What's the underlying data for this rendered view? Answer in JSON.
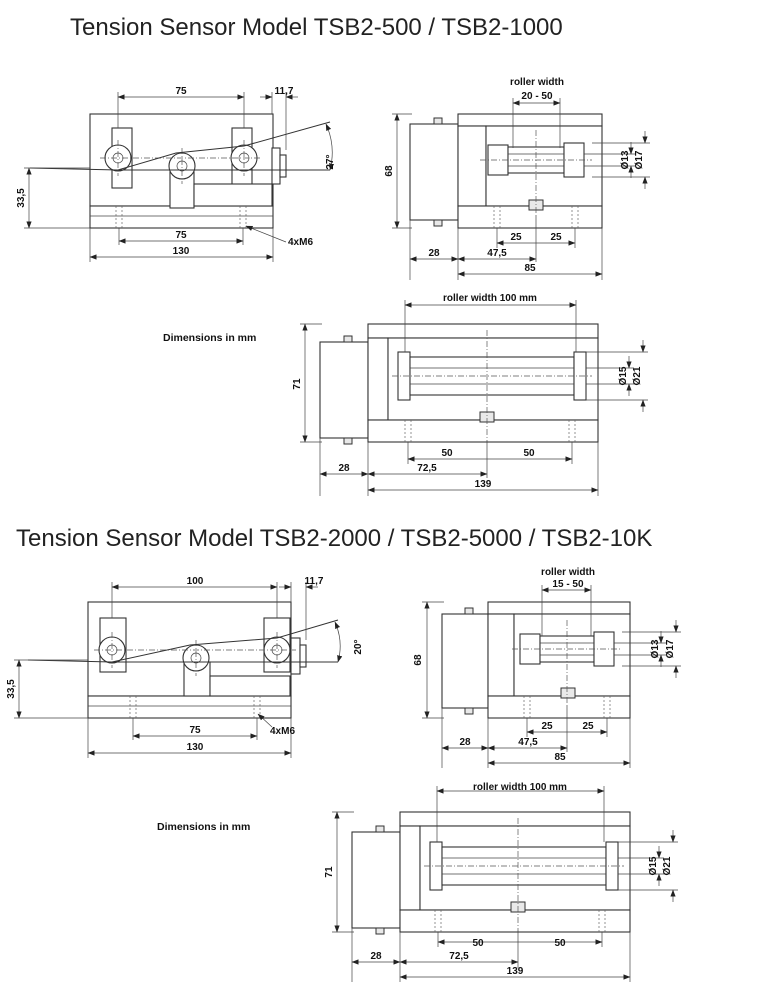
{
  "titles": {
    "model_1": "Tension Sensor Model TSB2-500 / TSB2-1000",
    "model_2": "Tension Sensor Model TSB2-2000 / TSB2-5000 / TSB2-10K"
  },
  "notes": {
    "dimensions_1": "Dimensions in mm",
    "dimensions_2": "Dimensions in mm"
  },
  "model_1": {
    "side_view": {
      "roller_spacing": "75",
      "offset": "11,7",
      "height": "33,5",
      "hole_spacing": "75",
      "length": "130",
      "holes": "4xM6",
      "angle": "27°"
    },
    "end_view_small": {
      "roller_width_label": "roller width",
      "roller_width": "20 - 50",
      "height": "68",
      "d1": "Ø13",
      "d2": "Ø17",
      "hole_a": "25",
      "hole_b": "25",
      "offset": "28",
      "center": "47,5",
      "width": "85"
    },
    "end_view_wide": {
      "roller_width": "roller width 100 mm",
      "height": "71",
      "d1": "Ø15",
      "d2": "Ø21",
      "hole_a": "50",
      "hole_b": "50",
      "offset": "28",
      "center": "72,5",
      "width": "139"
    }
  },
  "model_2": {
    "side_view": {
      "roller_spacing": "100",
      "offset": "11,7",
      "height": "33,5",
      "hole_spacing": "75",
      "length": "130",
      "holes": "4xM6",
      "angle": "20°"
    },
    "end_view_small": {
      "roller_width_label": "roller width",
      "roller_width": "15 - 50",
      "height": "68",
      "d1": "Ø13",
      "d2": "Ø17",
      "hole_a": "25",
      "hole_b": "25",
      "offset": "28",
      "center": "47,5",
      "width": "85"
    },
    "end_view_wide": {
      "roller_width": "roller width 100 mm",
      "height": "71",
      "d1": "Ø15",
      "d2": "Ø21",
      "hole_a": "50",
      "hole_b": "50",
      "offset": "28",
      "center": "72,5",
      "width": "139"
    }
  }
}
